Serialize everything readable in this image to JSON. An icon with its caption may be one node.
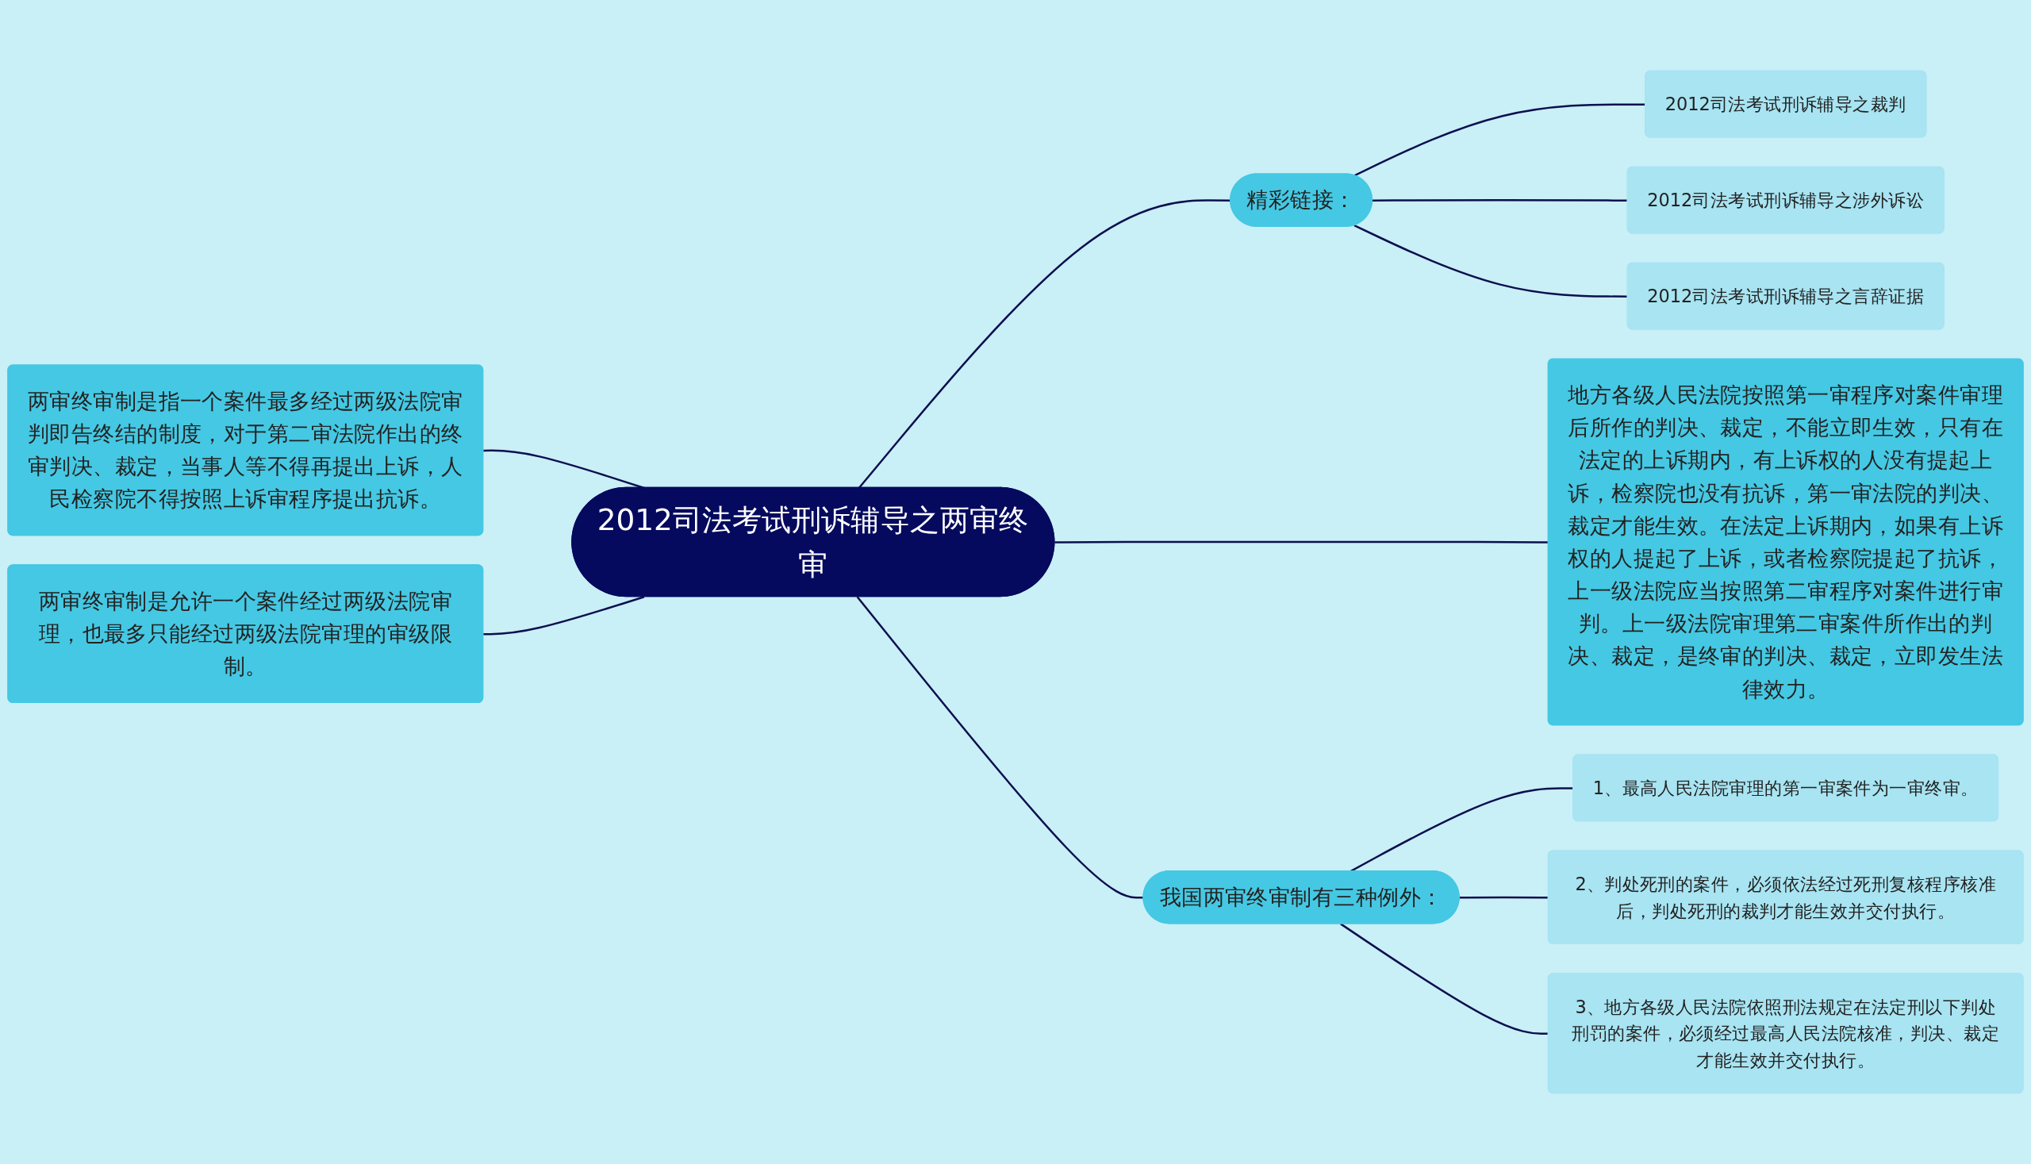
{
  "diagram": {
    "nodes": [
      {
        "text": [
          "2012司法考试刑诉辅导之两审终审"
        ]
      },
      {
        "text": [
          "精彩链接："
        ]
      },
      {
        "text": [
          "2012司法考试刑诉辅导之裁判"
        ]
      },
      {
        "text": [
          "2012司法考试刑诉辅导之涉外诉讼"
        ]
      },
      {
        "text": [
          "2012司法考试刑诉辅导之言辞证据"
        ]
      },
      {
        "text": [
          "地方各级人民法院按照第一审程序对案件审理后所作的判决、裁定，不能立即生效，只有在法定的上诉期内，有上诉权的人没有提起上诉，检察院也没有抗诉，第一审法院的判决、裁定才能生效。在法定上诉期内，如果有上诉权的人提起了上诉，或者检察院提起了抗诉，上一级法院应当按照第二审程序对案件进行审判。上一级法院审理第二审案件所作出的判决、裁定，是终审的判决、裁定，立即发生法律效力。"
        ]
      },
      {
        "text": [
          "我国两审终审制有三种例外："
        ]
      },
      {
        "text": [
          "1、最高人民法院审理的第一审案件为一审终审。"
        ]
      },
      {
        "text": [
          "2、判处死刑的案件，必须依法经过死刑复核程序核准后，判处死刑的裁判才能生效并交付执行。"
        ]
      },
      {
        "text": [
          "3、地方各级人民法院依照刑法规定在法定刑以下判处刑罚的案件，必须经过最高人民法院核准，判决、裁定才能生效并交付执行。"
        ]
      },
      {
        "text": [
          "两审终审制是指一个案件最多经过两级法院审判即告终结的制度，对于第二审法院作出的终审判决、裁定，当事人等不得再提出上诉，人民检察院不得按照上诉审程序提出抗诉。"
        ]
      },
      {
        "text": [
          "两审终审制是允许一个案件经过两级法院审理，也最多只能经过两级法院审理的审级限制。"
        ]
      }
    ],
    "edges": [
      {
        "from": 0,
        "to": 1,
        "arrow": "none"
      },
      {
        "from": 1,
        "to": 2,
        "arrow": "none"
      },
      {
        "from": 1,
        "to": 3,
        "arrow": "none"
      },
      {
        "from": 1,
        "to": 4,
        "arrow": "none"
      },
      {
        "from": 0,
        "to": 5,
        "arrow": "none"
      },
      {
        "from": 0,
        "to": 6,
        "arrow": "none"
      },
      {
        "from": 6,
        "to": 7,
        "arrow": "none"
      },
      {
        "from": 6,
        "to": 8,
        "arrow": "none"
      },
      {
        "from": 6,
        "to": 9,
        "arrow": "none"
      },
      {
        "from": 0,
        "to": 10,
        "arrow": "none"
      },
      {
        "from": 0,
        "to": 11,
        "arrow": "none"
      }
    ]
  }
}
